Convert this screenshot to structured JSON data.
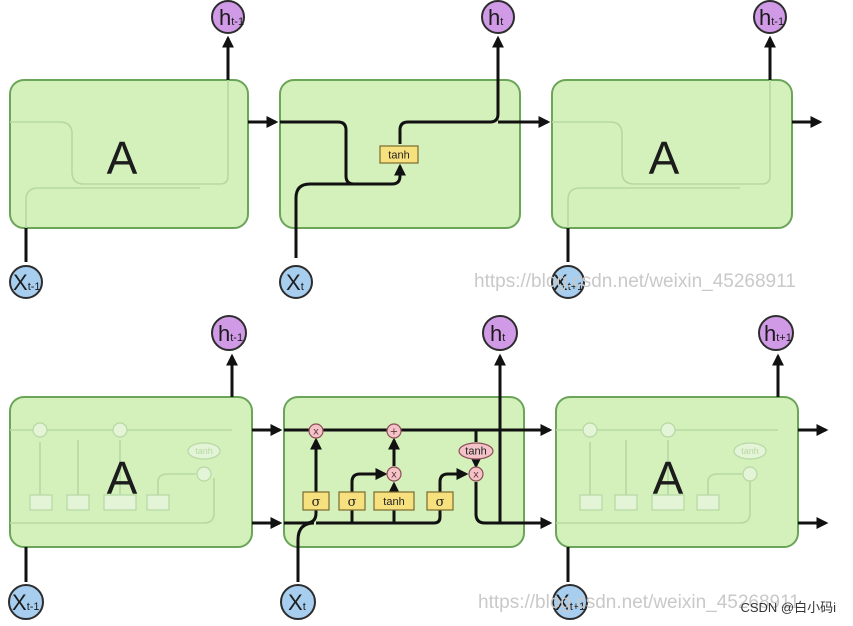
{
  "cell_label": "A",
  "node_h_letter": "h",
  "node_x_letter": "X",
  "subscripts": {
    "prev": "t-1",
    "curr": "t",
    "next": "t+1"
  },
  "layer_label": "tanh",
  "sigma_label": "σ",
  "op_multiply": "x",
  "op_add": "+",
  "watermark": "https://blog.csdn.net/weixin_45268911",
  "credit": "CSDN @白小码i",
  "colors": {
    "cell_fill": "#d4f0bb",
    "hidden_node": "#d19ae6",
    "input_node": "#a7cdef",
    "gate_fill": "#f7e07e",
    "op_fill": "#f3c3c8"
  }
}
